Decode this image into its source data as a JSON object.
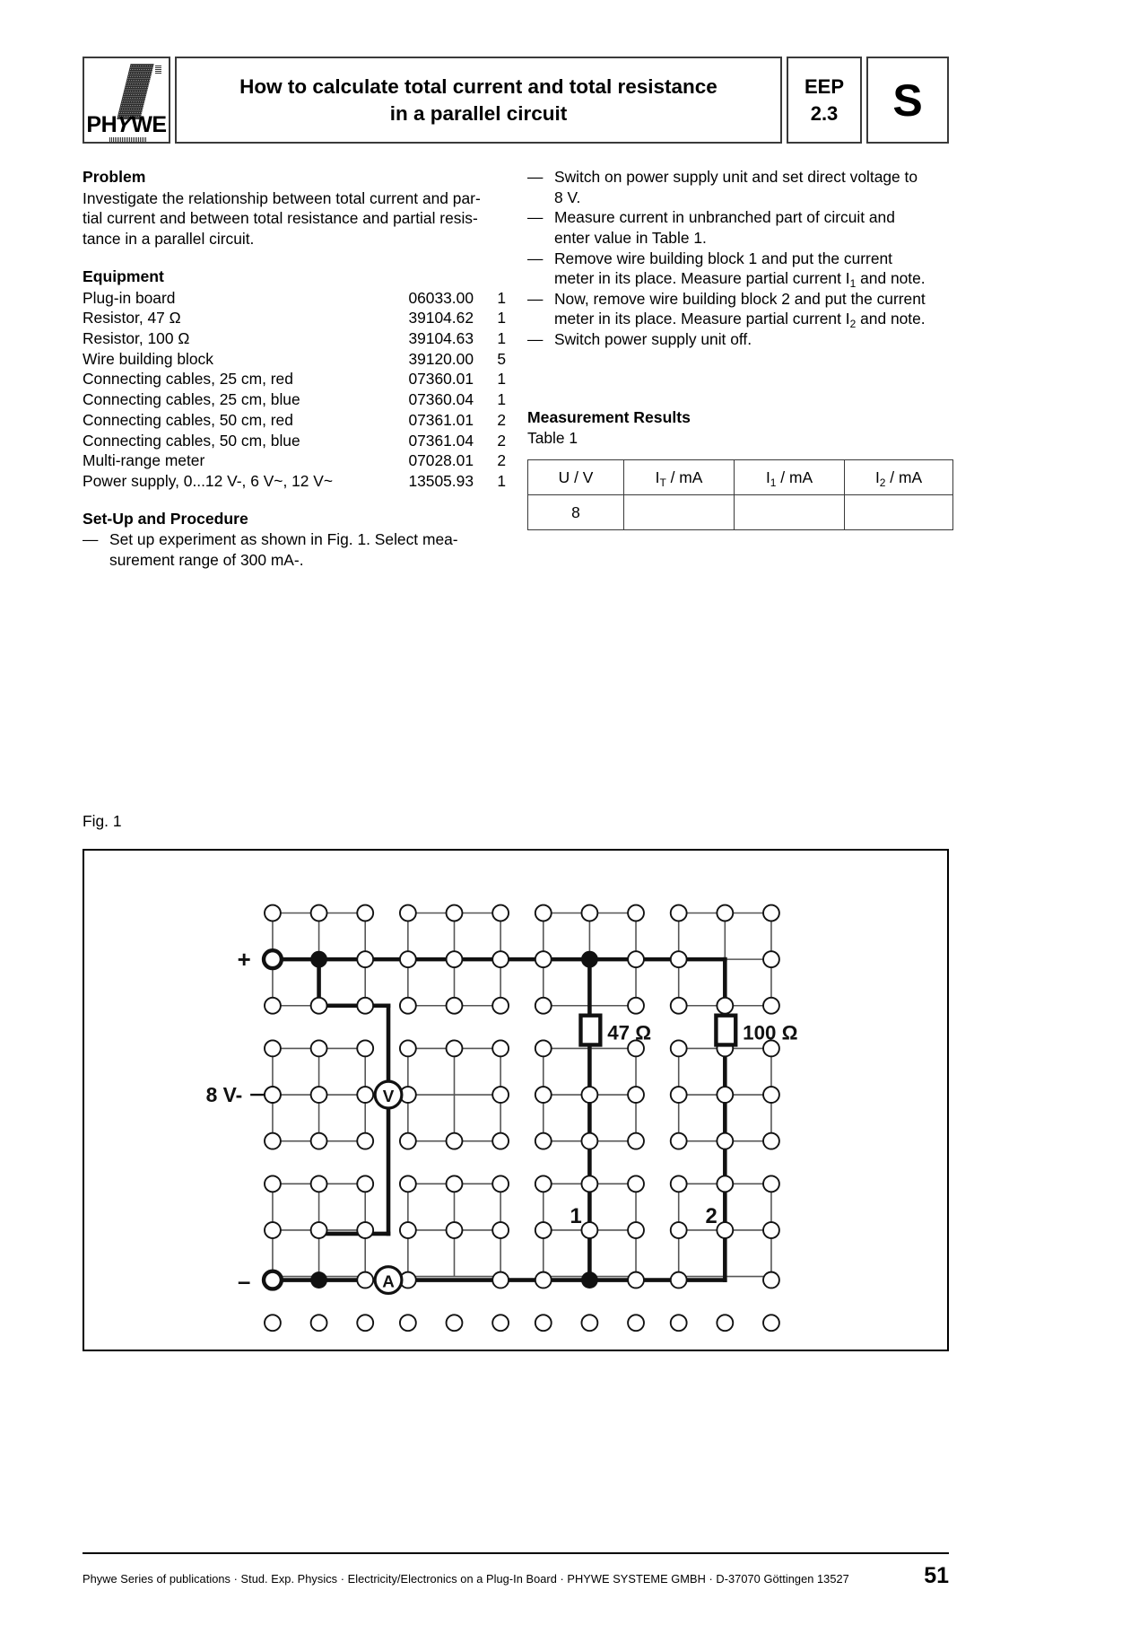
{
  "header": {
    "logo_text": "PHYWE",
    "title_line1": "How to calculate total current and total resistance",
    "title_line2": "in a parallel circuit",
    "code_line1": "EEP",
    "code_line2": "2.3",
    "section_letter": "S"
  },
  "left_column": {
    "problem_heading": "Problem",
    "problem_text": "Investigate the relationship between total current and par-tial current and between total resistance and partial resis-tance in a parallel circuit.",
    "problem_lines": [
      "Investigate the relationship between total current and par-",
      "tial current and between total resistance and partial resis-",
      "tance in a parallel circuit."
    ],
    "equipment_heading": "Equipment",
    "equipment": [
      {
        "name": "Plug-in board",
        "code": "06033.00",
        "qty": "1"
      },
      {
        "name": "Resistor, 47 Ω",
        "code": "39104.62",
        "qty": "1"
      },
      {
        "name": "Resistor, 100 Ω",
        "code": "39104.63",
        "qty": "1"
      },
      {
        "name": "Wire building block",
        "code": "39120.00",
        "qty": "5"
      },
      {
        "name": "Connecting cables, 25 cm, red",
        "code": "07360.01",
        "qty": "1"
      },
      {
        "name": "Connecting cables, 25 cm, blue",
        "code": "07360.04",
        "qty": "1"
      },
      {
        "name": "Connecting cables, 50 cm, red",
        "code": "07361.01",
        "qty": "2"
      },
      {
        "name": "Connecting cables, 50 cm, blue",
        "code": "07361.04",
        "qty": "2"
      },
      {
        "name": "Multi-range meter",
        "code": "07028.01",
        "qty": "2"
      },
      {
        "name": "Power supply, 0...12 V-, 6 V~, 12 V~",
        "code": "13505.93",
        "qty": "1"
      }
    ],
    "setup_heading": "Set-Up and Procedure",
    "setup_steps": [
      {
        "dash": "—",
        "line1": "Set up experiment as shown in Fig. 1. Select mea-",
        "line2": "surement range of 300 mA-."
      }
    ]
  },
  "right_column": {
    "steps": [
      {
        "dash": "—",
        "line1": "Switch on power supply unit and set direct voltage to",
        "line2": "8 V."
      },
      {
        "dash": "—",
        "line1": "Measure current in unbranched part of circuit and",
        "line2": "enter value in Table 1."
      },
      {
        "dash": "—",
        "line1": "Remove wire building block 1 and put the current",
        "line2_pre": "meter in its place. Measure partial current I",
        "line2_sub": "1",
        "line2_post": " and note."
      },
      {
        "dash": "—",
        "line1": "Now, remove wire building block 2 and put the current",
        "line2_pre": "meter in its place. Measure partial current I",
        "line2_sub": "2",
        "line2_post": " and note."
      },
      {
        "dash": "—",
        "line1": "Switch power supply unit off.",
        "line2": ""
      }
    ],
    "results_heading": "Measurement Results",
    "table_caption": "Table 1",
    "table": {
      "headers": [
        {
          "pre": "U / V",
          "sub": "",
          "post": ""
        },
        {
          "pre": "I",
          "sub": "T",
          "post": " / mA"
        },
        {
          "pre": "I",
          "sub": "1",
          "post": " / mA"
        },
        {
          "pre": "I",
          "sub": "2",
          "post": " / mA"
        }
      ],
      "rows": [
        [
          "8",
          "",
          "",
          ""
        ]
      ]
    }
  },
  "figure": {
    "label": "Fig. 1",
    "plus_label": "+",
    "minus_label": "–",
    "voltage_label": "8 V-",
    "voltmeter_label": "V",
    "ammeter_label": "A",
    "resistor1_label": "47 Ω",
    "resistor2_label": "100 Ω",
    "block1_label": "1",
    "block2_label": "2"
  },
  "footer": {
    "text": "Phywe Series of publications · Stud. Exp. Physics · Electricity/Electronics on a Plug-In Board · PHYWE SYSTEME GMBH · D-37070 Göttingen    13527",
    "page_number": "51"
  }
}
